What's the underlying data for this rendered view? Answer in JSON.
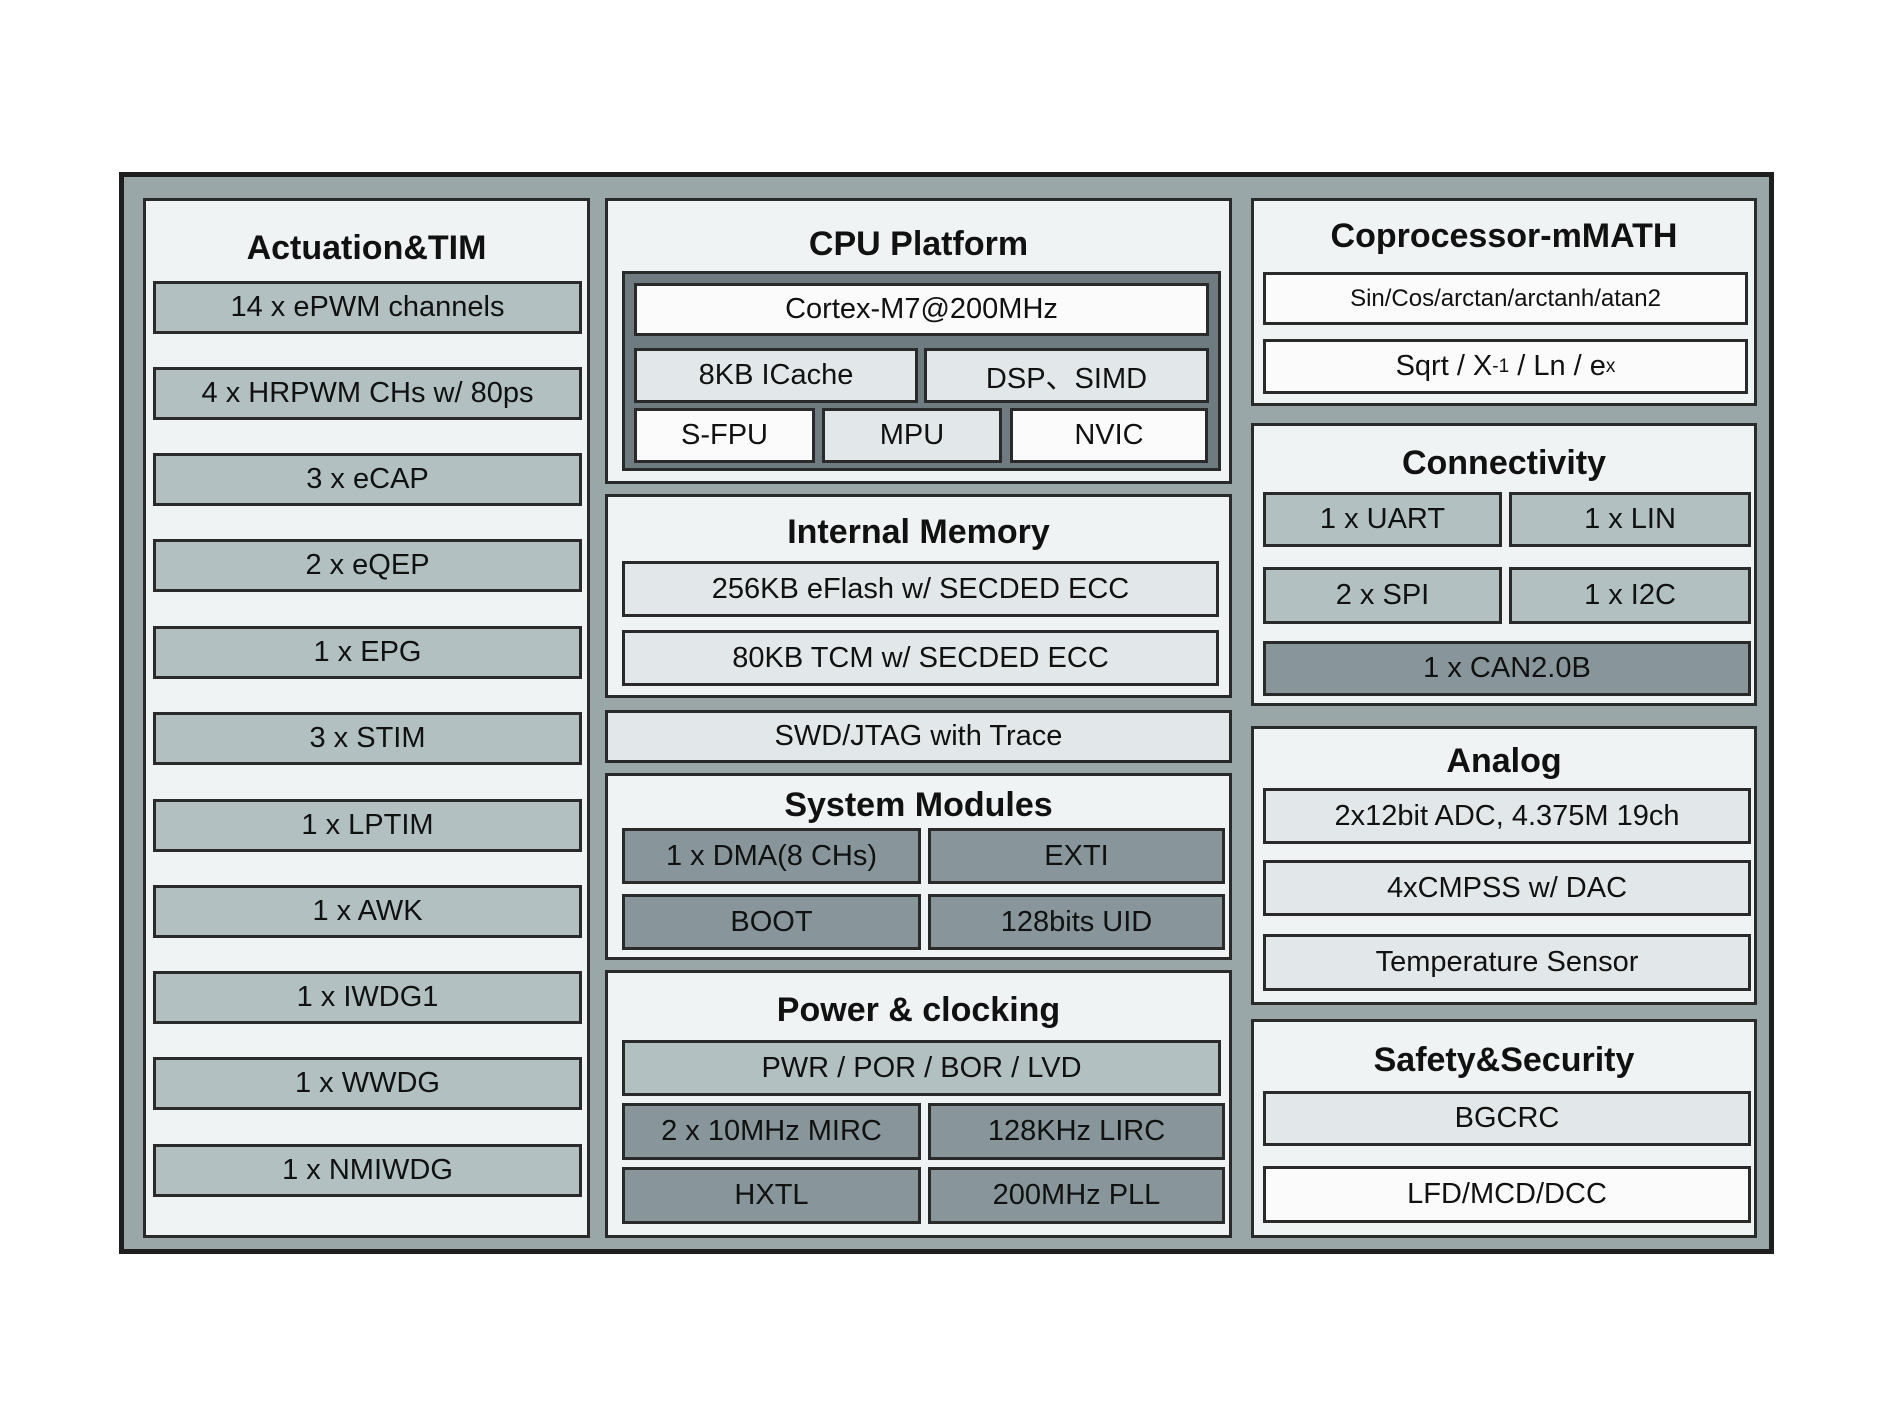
{
  "actuation": {
    "title": "Actuation&TIM",
    "items": [
      "14 x ePWM channels",
      "4 x HRPWM CHs w/ 80ps",
      "3 x eCAP",
      "2 x eQEP",
      "1 x EPG",
      "3 x STIM",
      "1 x LPTIM",
      "1 x AWK",
      "1 x IWDG1",
      "1 x WWDG",
      "1 x NMIWDG"
    ]
  },
  "cpu": {
    "title": "CPU Platform",
    "core": "Cortex-M7@200MHz",
    "icache": "8KB ICache",
    "dsp": "DSP、SIMD",
    "sfpu": "S-FPU",
    "mpu": "MPU",
    "nvic": "NVIC"
  },
  "memory": {
    "title": "Internal Memory",
    "items": [
      "256KB eFlash w/ SECDED ECC",
      "80KB TCM w/ SECDED ECC"
    ]
  },
  "debug": {
    "label": "SWD/JTAG with Trace"
  },
  "system": {
    "title": "System Modules",
    "items": [
      "1 x DMA(8 CHs)",
      "EXTI",
      "BOOT",
      "128bits UID"
    ]
  },
  "power": {
    "title": "Power & clocking",
    "pwr": "PWR / POR / BOR / LVD",
    "items": [
      "2 x 10MHz MIRC",
      "128KHz LIRC",
      "HXTL",
      "200MHz PLL"
    ]
  },
  "coproc": {
    "title": "Coprocessor-mMATH",
    "trig": "Sin/Cos/arctan/arctanh/atan2",
    "math_a": "Sqrt / X",
    "math_a_sup": "-1",
    "math_b": " / Ln / e",
    "math_b_sup": "x"
  },
  "connectivity": {
    "title": "Connectivity",
    "items": [
      "1 x UART",
      "1 x LIN",
      "2 x SPI",
      "1 x I2C",
      "1 x CAN2.0B"
    ]
  },
  "analog": {
    "title": "Analog",
    "items": [
      "2x12bit ADC, 4.375M 19ch",
      "4xCMPSS w/ DAC",
      "Temperature Sensor"
    ]
  },
  "safety": {
    "title": "Safety&Security",
    "items": [
      "BGCRC",
      "LFD/MCD/DCC"
    ]
  }
}
